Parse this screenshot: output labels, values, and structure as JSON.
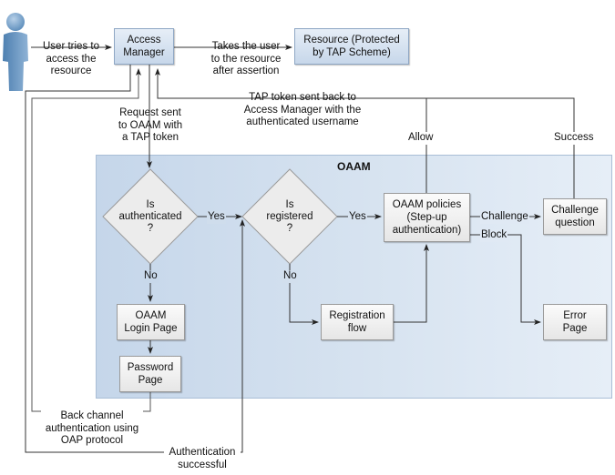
{
  "region": {
    "title": "OAAM"
  },
  "actor": {
    "icon": "user-icon"
  },
  "nodes": {
    "access_manager": "Access\nManager",
    "access_manager_l1": "Access",
    "access_manager_l2": "Manager",
    "resource_l1": "Resource (Protected",
    "resource_l2": "by TAP Scheme)",
    "is_authenticated_l1": "Is",
    "is_authenticated_l2": "authenticated",
    "is_authenticated_l3": "?",
    "is_registered_l1": "Is",
    "is_registered_l2": "registered",
    "is_registered_l3": "?",
    "policies_l1": "OAAM policies",
    "policies_l2": "(Step-up",
    "policies_l3": "authentication)",
    "challenge_l1": "Challenge",
    "challenge_l2": "question",
    "login_l1": "OAAM",
    "login_l2": "Login Page",
    "password_l1": "Password",
    "password_l2": "Page",
    "registration_l1": "Registration",
    "registration_l2": "flow",
    "error_l1": "Error",
    "error_l2": "Page"
  },
  "edges": {
    "user_tries": [
      "User tries to",
      "access the",
      "resource"
    ],
    "takes_user": [
      "Takes the user",
      "to the resource",
      "after assertion"
    ],
    "request_sent": [
      "Request sent",
      "to OAAM with",
      "a TAP token"
    ],
    "tap_token_back": [
      "TAP token sent back to",
      "Access Manager with the",
      "authenticated username"
    ],
    "allow": "Allow",
    "success": "Success",
    "yes1": "Yes",
    "yes2": "Yes",
    "no1": "No",
    "no2": "No",
    "challenge": "Challenge",
    "block": "Block",
    "back_channel": [
      "Back channel",
      "authentication using",
      "OAP protocol"
    ],
    "auth_successful": [
      "Authentication",
      "successful"
    ]
  }
}
